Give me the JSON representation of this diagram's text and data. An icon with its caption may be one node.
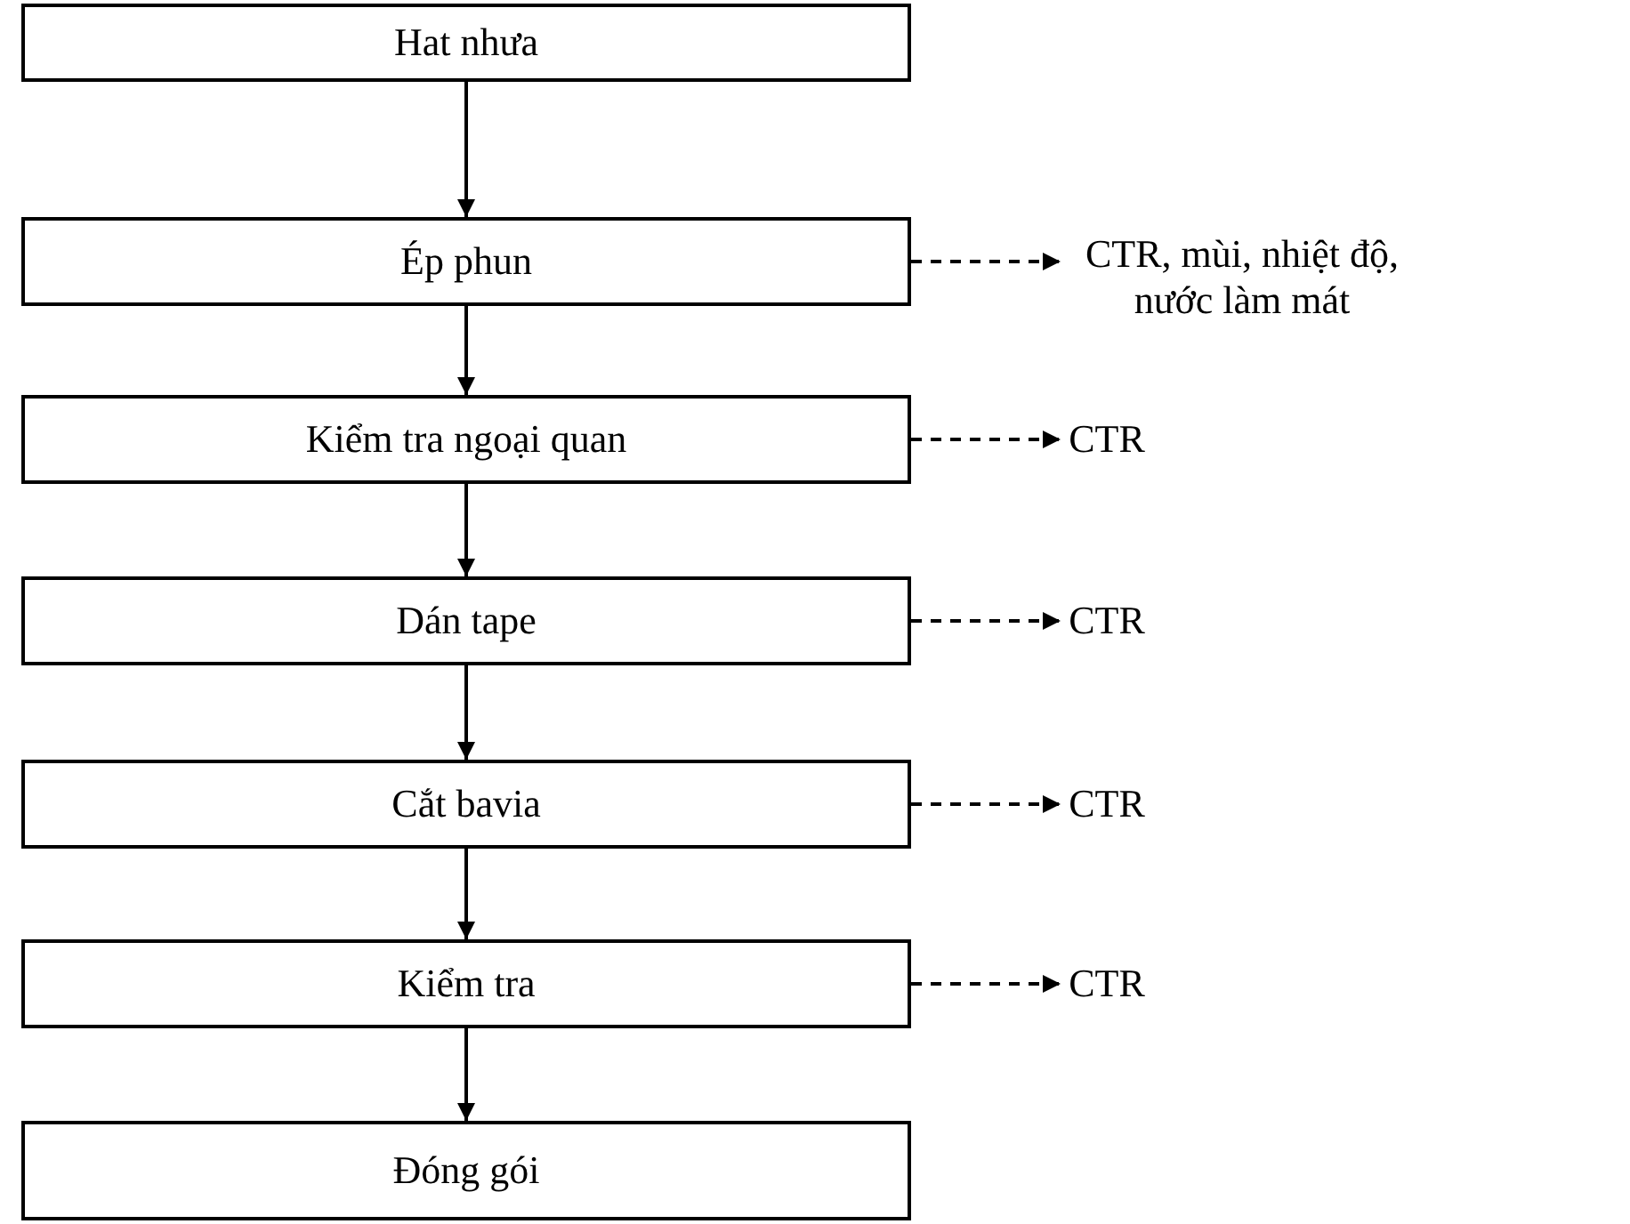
{
  "diagram": {
    "nodes": [
      {
        "text": [
          "Hat nhưa"
        ]
      },
      {
        "text": [
          "Ép phun"
        ]
      },
      {
        "text": [
          "CTR, mùi, nhiệt độ, nước làm mát"
        ]
      },
      {
        "text": [
          "Kiểm tra ngoại quan"
        ]
      },
      {
        "text": [
          "CTR"
        ]
      },
      {
        "text": [
          "Dán tape"
        ]
      },
      {
        "text": [
          "CTR"
        ]
      },
      {
        "text": [
          "Cắt bavia"
        ]
      },
      {
        "text": [
          "CTR"
        ]
      },
      {
        "text": [
          "Kiểm tra"
        ]
      },
      {
        "text": [
          "CTR"
        ]
      },
      {
        "text": [
          "Đóng gói"
        ]
      }
    ],
    "edges": [
      {
        "from": 0,
        "to": 1,
        "arrow": "to"
      },
      {
        "from": 1,
        "to": 3,
        "arrow": "to"
      },
      {
        "from": 3,
        "to": 5,
        "arrow": "to"
      },
      {
        "from": 5,
        "to": 7,
        "arrow": "to"
      },
      {
        "from": 7,
        "to": 9,
        "arrow": "to"
      },
      {
        "from": 9,
        "to": 11,
        "arrow": "to"
      },
      {
        "from": 1,
        "to": 2,
        "arrow": "to",
        "style": "dashed"
      },
      {
        "from": 3,
        "to": 4,
        "arrow": "to",
        "style": "dashed"
      },
      {
        "from": 5,
        "to": 6,
        "arrow": "to",
        "style": "dashed"
      },
      {
        "from": 7,
        "to": 8,
        "arrow": "to",
        "style": "dashed"
      },
      {
        "from": 9,
        "to": 10,
        "arrow": "to",
        "style": "dashed"
      }
    ]
  }
}
